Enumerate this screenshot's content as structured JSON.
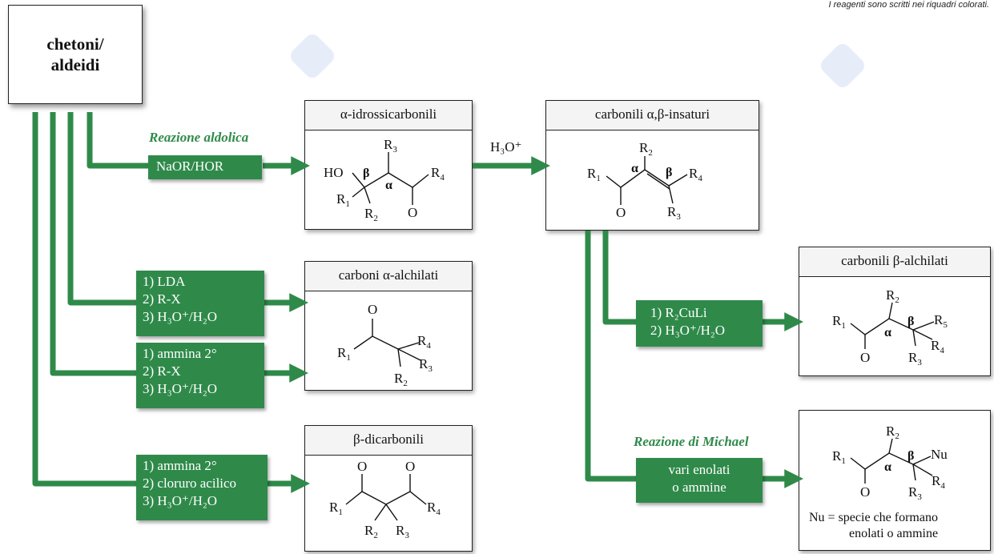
{
  "note": "I reagenti sono scritti nei riquadri colorati.",
  "start": {
    "line1": "chetoni/",
    "line2": "aldeidi"
  },
  "reaction_labels": {
    "aldol": "Reazione aldolica",
    "michael": "Reazione di Michael"
  },
  "reagents": {
    "aldol": [
      "NaOR/HOR"
    ],
    "lda": [
      "1) LDA",
      "2) R-X",
      "3) H₃O⁺/H₂O"
    ],
    "enamine": [
      "1) ammina 2°",
      "2) R-X",
      "3) H₃O⁺/H₂O"
    ],
    "acyl": [
      "1) ammina 2°",
      "2) cloruro acilico",
      "3) H₃O⁺/H₂O"
    ],
    "cuprate": [
      "1) R₂CuLi",
      "2) H₃O⁺/H₂O"
    ],
    "michael": [
      "vari enolati",
      "o ammine"
    ]
  },
  "dehydration_label": "H₃O⁺",
  "products": {
    "hydroxy": "α-idrossicarbonili",
    "unsat": "carbonili α,β-insaturi",
    "alkylated": "carboni α-alchilati",
    "dicarbonyl": "β-dicarbonili",
    "beta_alk": "carbonili β-alchilati"
  },
  "nu_note": {
    "line1": "Nu = specie che formano",
    "line2": "enolati o ammine"
  },
  "atoms": {
    "HO": "HO",
    "O": "O",
    "R1": "R",
    "R2": "R",
    "R3": "R",
    "R4": "R",
    "R5": "R",
    "Nu": "Nu",
    "alpha": "α",
    "beta": "β",
    "s1": "1",
    "s2": "2",
    "s3": "3",
    "s4": "4",
    "s5": "5"
  },
  "colors": {
    "green": "#2f8a4a",
    "box_border": "#222222"
  }
}
